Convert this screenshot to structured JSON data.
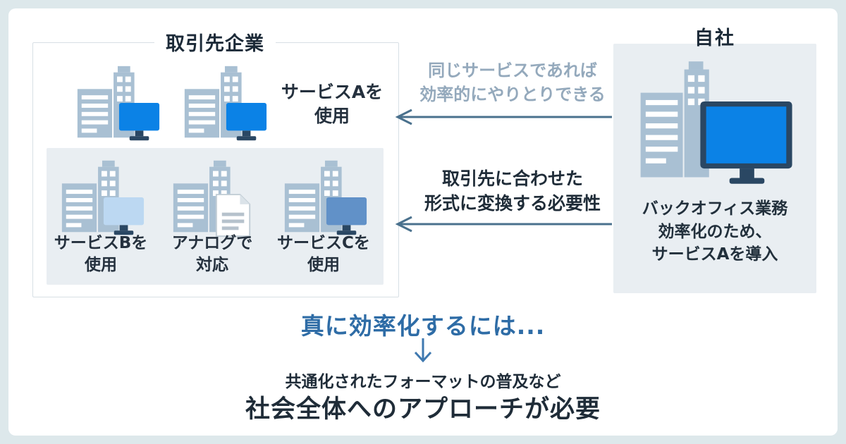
{
  "colors": {
    "background": "#dde8eb",
    "card": "#ffffff",
    "panel_gray": "#e9eef2",
    "building": "#a9c0d3",
    "building_window": "#ffffff",
    "monitor_frame": "#2a4763",
    "monitor_screen_a": "#0b82e6",
    "monitor_screen_b": "#bcd8f2",
    "monitor_screen_c": "#6191c8",
    "arrow": "#4a718d",
    "down_arrow": "#3f79b0",
    "text_dark": "#1f2c38",
    "text_muted": "#94a9bc",
    "text_blue": "#2e6ca6"
  },
  "partners": {
    "title": "取引先企業",
    "service_a": {
      "label": "サービスAを\n使用"
    },
    "service_b": {
      "label": "サービスBを\n使用"
    },
    "analog": {
      "label": "アナログで\n対応"
    },
    "service_c": {
      "label": "サービスCを\n使用"
    }
  },
  "company": {
    "title": "自社",
    "caption": "バックオフィス業務\n効率化のため、\nサービスAを導入"
  },
  "arrows": {
    "top_note": "同じサービスであれば\n効率的にやりとりできる",
    "bottom_note": "取引先に合わせた\n形式に変換する必要性"
  },
  "conclusion": {
    "lead": "真に効率化するには...",
    "sub": "共通化されたフォーマットの普及など",
    "main": "社会全体へのアプローチが必要"
  }
}
